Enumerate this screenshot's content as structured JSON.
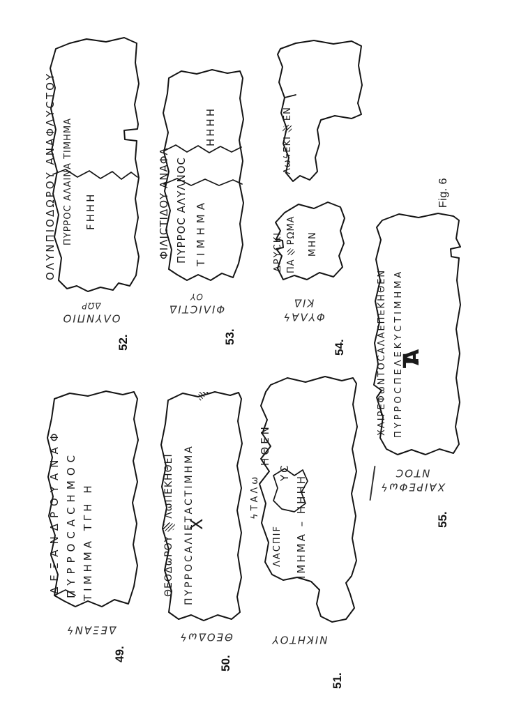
{
  "figure_label": "Fig. 6",
  "fragments": {
    "f49": {
      "label": "49.",
      "caption": [
        "ΔΕΞΑΝϟ"
      ],
      "lines": {
        "l1": "ΔΕΞΑΝΔΡΟΥΑΝΑΦ",
        "l2": "ΠΥΡΡΟϹΑϹΗΜΟϹ",
        "l3": "ΤΙΜΗΜΑ ΤΓΗ Η"
      }
    },
    "f50": {
      "label": "50.",
      "caption": [
        "ΘΕΟΔωϟ"
      ],
      "lines": {
        "l1a": "ΘΕΟΔωΡΟΥ",
        "l1b": "ΛωΠΕΚΗΘΕΙ",
        "l2": "ΠΥΡΡΟϹΑΛΙΕΤΑϹΤΙΜΗΜΑ",
        "l3": "Χ"
      }
    },
    "f51": {
      "label": "51.",
      "caption": [
        "ΝΙΚΗΤΟΥ"
      ],
      "lines": {
        "l1a": "ϟΤΑΛω",
        "l1b": "ΗΘΕΝ",
        "l2a": "ΛΑϹΠΙϜ",
        "l2b": "ΥϹ",
        "l3": "ΙΜΗΜΑ – ΗΗΗΗ"
      }
    },
    "f52": {
      "label": "52.",
      "caption": [
        "ΟΛΥΝΠΙΟ",
        "ΔΩΡ"
      ],
      "lines": {
        "l1": "ΟΛΥΝΠΙΟΔΩΡΟΥ ΑΝΑΦΛΥϹΤΟΥ",
        "l2": "ΠΥΡΡΟϹ ΑΛΑΙΝΑ ΤΙΜΗΜΑ",
        "l3": "ϜΗΗΗ"
      }
    },
    "f53": {
      "label": "53.",
      "caption": [
        "ΦΙΛΙϹΤΙΔ",
        "ΟΥ"
      ],
      "lines": {
        "l1": "ΦΙΛΙϹΤΙΔΟΥ ΑΝΑΦΛ",
        "l2": "ΠΥΡΡΟϹ ΑΛΥΛΝΟϹ",
        "l3": "ΤΙΜΗΜΑ",
        "l4": "ΗΗΗΗ"
      }
    },
    "f54": {
      "label": "54.",
      "caption": [
        "ΦΥΛΑϟ",
        "ΚΙΔ"
      ],
      "lines": {
        "a1a": "ΛωϟΕΚΙ",
        "a1b": "ΕΝ",
        "b1": "ΔΡΥϹΚΙ",
        "b2a": "ΠΑ",
        "b2b": "ΡΩΜΑ",
        "b3": "ΜΗΝ"
      }
    },
    "f55": {
      "label": "55.",
      "caption": [
        "ΧΑΙΡΕΦωϟ",
        "ΝΤΟϹ"
      ],
      "monogram": "ΤΑ",
      "lines": {
        "l1": "ΧΑΙΡΕΦωΝΤΟϹΑΛΑΕΠΕΚΗΘΕΝ",
        "l2": "ΠΥΡΡΟϹΠΕΛΕΚΥϹΤΙΜΗΜΑ"
      }
    }
  }
}
